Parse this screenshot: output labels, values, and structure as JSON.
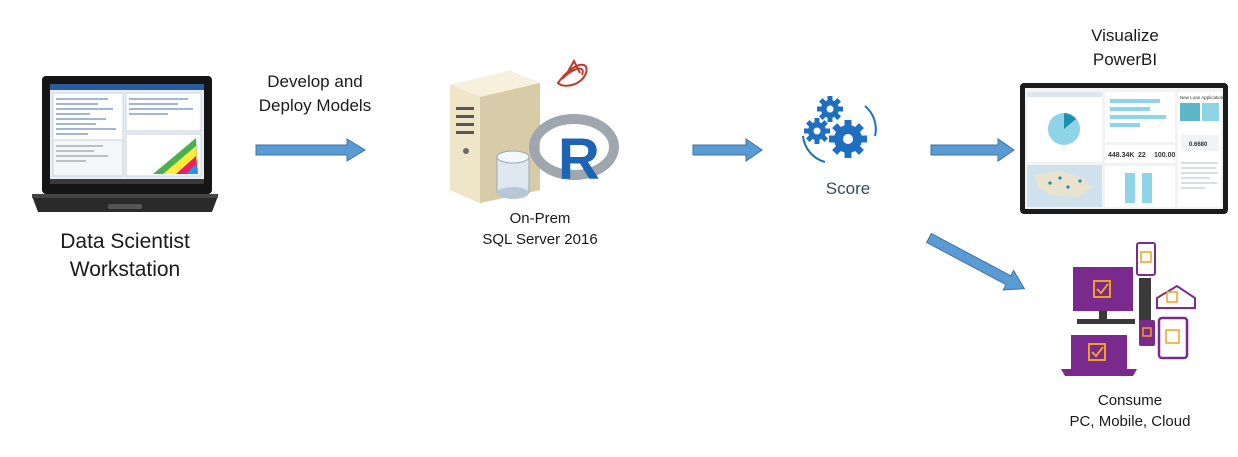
{
  "labels": {
    "workstation_line1": "Data Scientist",
    "workstation_line2": "Workstation",
    "develop_line1": "Develop and",
    "develop_line2": "Deploy Models",
    "server_line1": "On-Prem",
    "server_line2": "SQL Server 2016",
    "score": "Score",
    "visualize_line1": "Visualize",
    "visualize_line2": "PowerBI",
    "consume_line1": "Consume",
    "consume_line2": "PC, Mobile, Cloud"
  },
  "icons": {
    "laptop": "laptop-icon",
    "server": "server-icon",
    "r_logo": "r-logo-icon",
    "score": "gears-icon",
    "dashboard": "powerbi-dashboard-icon",
    "devices": "devices-icon"
  },
  "dashboard": {
    "title": "New Loan Applications",
    "kpi1": "448.34K",
    "kpi2": "22",
    "kpi3": "100.00",
    "score_value": "0.6680"
  },
  "colors": {
    "arrow_fill": "#5b9bd5",
    "arrow_stroke": "#41719c",
    "gear_blue": "#1f6fc1",
    "device_purple": "#7a2a8c",
    "checkbox_orange": "#f0a020",
    "r_blue": "#1e64b4",
    "sql_red": "#c0392b"
  }
}
